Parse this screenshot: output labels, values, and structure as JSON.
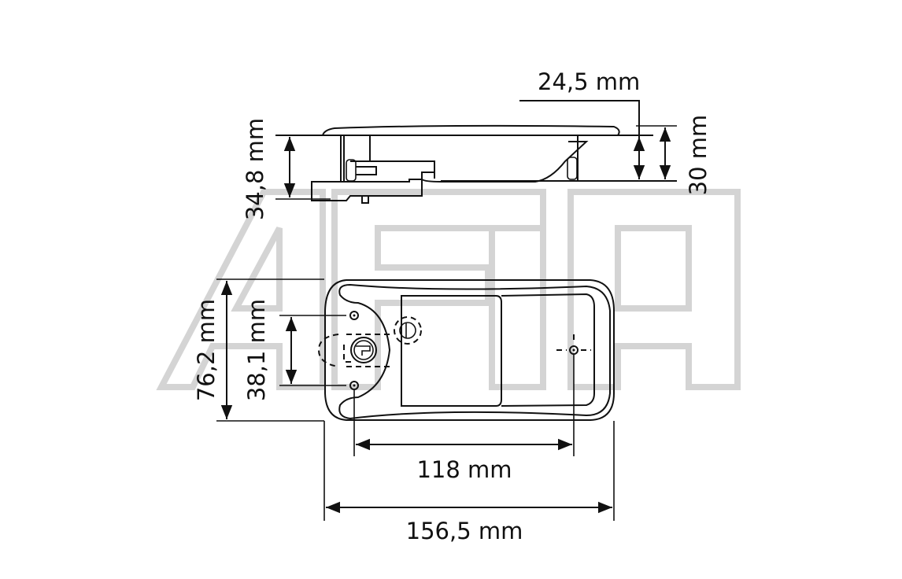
{
  "dimensions": {
    "top_offset": "24,5 mm",
    "top_total_height": "30 mm",
    "side_height": "34,8 mm",
    "front_height": "76,2 mm",
    "hole_spacing_vertical": "38,1 mm",
    "hole_spacing_horizontal": "118 mm",
    "overall_length": "156,5 mm"
  },
  "colors": {
    "line": "#111111",
    "watermark": "#d4d4d4"
  }
}
